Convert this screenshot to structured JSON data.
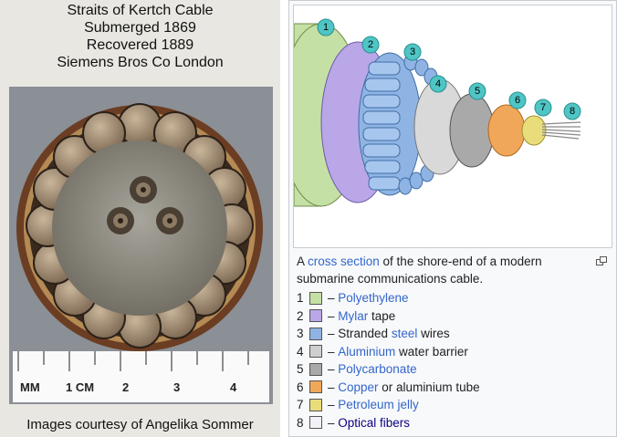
{
  "left_panel": {
    "caption_lines": [
      "Straits of Kertch Cable",
      "Submerged 1869",
      "Recovered 1889",
      "Siemens Bros Co London"
    ],
    "ruler_labels": [
      "MM",
      "1 CM",
      "2",
      "3",
      "4"
    ],
    "credit": "Images courtesy of Angelika Sommer"
  },
  "right_panel": {
    "diagram_labels": [
      "1",
      "2",
      "3",
      "4",
      "5",
      "6",
      "7",
      "8"
    ],
    "description": {
      "prefix": "A ",
      "link": "cross section",
      "suffix": " of the shore-end of a modern submarine communications cable."
    },
    "legend": [
      {
        "num": "1",
        "color": "#c5e0a5",
        "link": "Polyethylene",
        "text": ""
      },
      {
        "num": "2",
        "color": "#b9a7e8",
        "link": "Mylar",
        "text": " tape"
      },
      {
        "num": "3",
        "color": "#8fb4e3",
        "pre": "Stranded ",
        "link": "steel",
        "text": " wires"
      },
      {
        "num": "4",
        "color": "#cfcfcf",
        "link": "Aluminium",
        "text": " water barrier"
      },
      {
        "num": "5",
        "color": "#a9a9a9",
        "link": "Polycarbonate",
        "text": ""
      },
      {
        "num": "6",
        "color": "#f0a75a",
        "link": "Copper",
        "text": " or aluminium tube"
      },
      {
        "num": "7",
        "color": "#e8dd7a",
        "link": "Petroleum jelly",
        "text": ""
      },
      {
        "num": "8",
        "color": "#f2f2f8",
        "link": "Optical fibers",
        "text": "",
        "visited": true
      }
    ],
    "enlarge_icon": "enlarge-icon"
  }
}
